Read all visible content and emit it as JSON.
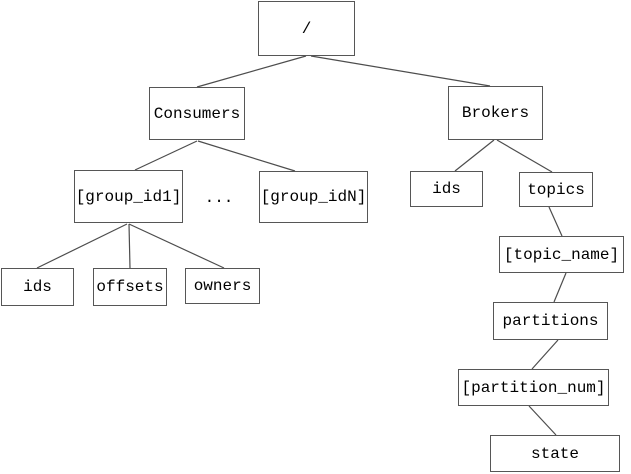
{
  "diagram": {
    "type": "tree",
    "description": "Hierarchy of paths with a root node branching into Consumers and Brokers subtrees",
    "colors": {
      "background": "#ffffff",
      "node_border": "#565656",
      "edge_line": "#4d4d4d",
      "text": "#000000"
    },
    "nodes": {
      "root": {
        "label": "/"
      },
      "consumers": {
        "label": "Consumers"
      },
      "brokers": {
        "label": "Brokers"
      },
      "group_id1": {
        "label": "[group_id1]"
      },
      "ellipsis": {
        "label": "..."
      },
      "group_idN": {
        "label": "[group_idN]"
      },
      "consumer_ids": {
        "label": "ids"
      },
      "offsets": {
        "label": "offsets"
      },
      "owners": {
        "label": "owners"
      },
      "broker_ids": {
        "label": "ids"
      },
      "topics": {
        "label": "topics"
      },
      "topic_name": {
        "label": "[topic_name]"
      },
      "partitions": {
        "label": "partitions"
      },
      "partition_num": {
        "label": "[partition_num]"
      },
      "state": {
        "label": "state"
      }
    },
    "edges": [
      {
        "from": "root",
        "to": "consumers"
      },
      {
        "from": "root",
        "to": "brokers"
      },
      {
        "from": "consumers",
        "to": "group_id1"
      },
      {
        "from": "consumers",
        "to": "group_idN"
      },
      {
        "from": "group_id1",
        "to": "consumer_ids"
      },
      {
        "from": "group_id1",
        "to": "offsets"
      },
      {
        "from": "group_id1",
        "to": "owners"
      },
      {
        "from": "brokers",
        "to": "broker_ids"
      },
      {
        "from": "brokers",
        "to": "topics"
      },
      {
        "from": "topics",
        "to": "topic_name"
      },
      {
        "from": "topic_name",
        "to": "partitions"
      },
      {
        "from": "partitions",
        "to": "partition_num"
      },
      {
        "from": "partition_num",
        "to": "state"
      }
    ]
  }
}
